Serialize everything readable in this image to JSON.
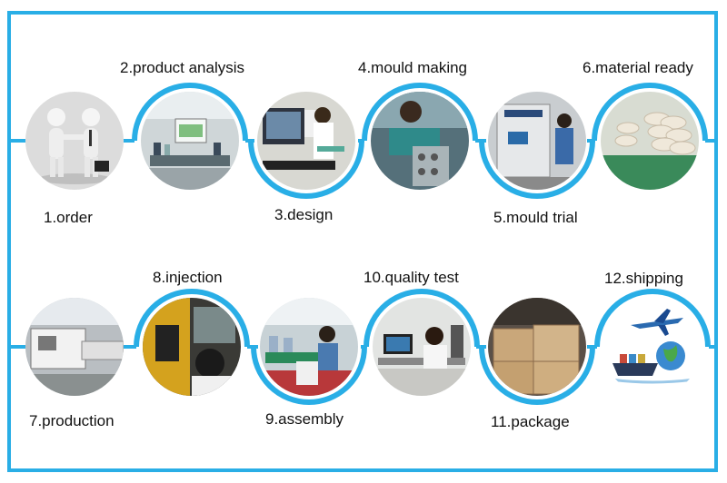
{
  "theme": {
    "accent": "#29aee6",
    "frame": "#29aee6"
  },
  "steps": [
    {
      "label": "1.order",
      "icon": "handshake-figures-icon"
    },
    {
      "label": "2.product analysis",
      "icon": "meeting-room-icon"
    },
    {
      "label": "3.design",
      "icon": "cad-workstation-icon"
    },
    {
      "label": "4.mould making",
      "icon": "machining-icon"
    },
    {
      "label": "5.mould trial",
      "icon": "trial-machine-icon"
    },
    {
      "label": "6.material ready",
      "icon": "material-sacks-icon"
    },
    {
      "label": "7.production",
      "icon": "injection-machines-icon"
    },
    {
      "label": "8.injection",
      "icon": "injection-operator-icon"
    },
    {
      "label": "9.assembly",
      "icon": "assembly-line-icon"
    },
    {
      "label": "10.quality test",
      "icon": "quality-lab-icon"
    },
    {
      "label": "11.package",
      "icon": "cartons-icon"
    },
    {
      "label": "12.shipping",
      "icon": "plane-ship-globe-icon"
    }
  ]
}
